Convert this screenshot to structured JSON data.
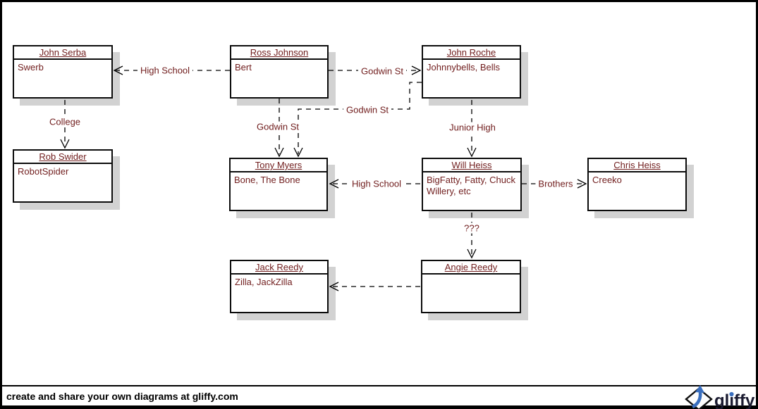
{
  "diagram": {
    "nodes": [
      {
        "title": "John Serba",
        "body": "Swerb"
      },
      {
        "title": "Ross Johnson",
        "body": "Bert"
      },
      {
        "title": "John Roche",
        "body": "Johnnybells, Bells"
      },
      {
        "title": "Rob Swider",
        "body": "RobotSpider"
      },
      {
        "title": "Tony Myers",
        "body": "Bone, The Bone"
      },
      {
        "title": "Will Heiss",
        "body": "BigFatty, Fatty, Chuck Willery, etc"
      },
      {
        "title": "Chris Heiss",
        "body": "Creeko"
      },
      {
        "title": "Jack Reedy",
        "body": "Zilla, JackZilla"
      },
      {
        "title": "Angie Reedy",
        "body": ""
      }
    ],
    "edges": [
      {
        "label": "High School",
        "from": "Ross Johnson",
        "to": "John Serba"
      },
      {
        "label": "Godwin St",
        "from": "Ross Johnson",
        "to": "John Roche"
      },
      {
        "label": "Godwin St",
        "from": "John Roche",
        "to": "Tony Myers"
      },
      {
        "label": "Godwin St",
        "from": "Ross Johnson",
        "to": "Tony Myers"
      },
      {
        "label": "College",
        "from": "John Serba",
        "to": "Rob Swider"
      },
      {
        "label": "Junior High",
        "from": "John Roche",
        "to": "Will Heiss"
      },
      {
        "label": "High School",
        "from": "Will Heiss",
        "to": "Tony Myers"
      },
      {
        "label": "Brothers",
        "from": "Will Heiss",
        "to": "Chris Heiss"
      },
      {
        "label": "???",
        "from": "Will Heiss",
        "to": "Angie Reedy"
      },
      {
        "label": "",
        "from": "Angie Reedy",
        "to": "Jack Reedy"
      }
    ]
  },
  "footer": {
    "text": "create and share your own diagrams at gliffy.com",
    "logo_text": "gliffy"
  },
  "colors": {
    "node_text": "#701d1d",
    "line": "#000000",
    "shadow": "#d2d2d2",
    "logo_blue": "#3a6fbf",
    "logo_dark": "#1a1a30"
  }
}
